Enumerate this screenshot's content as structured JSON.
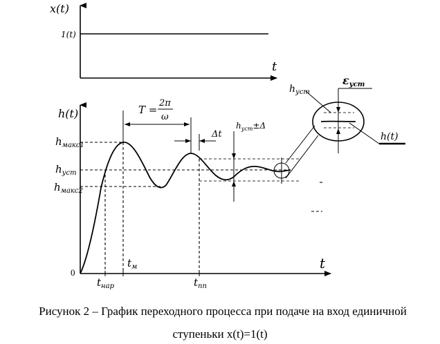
{
  "top_chart": {
    "y_label": "x(t)",
    "x_label": "t",
    "step_label": "1(t)"
  },
  "main_chart": {
    "y_label": "h(t)",
    "x_label": "t",
    "origin_label": "0",
    "h_max1": "h",
    "h_max1_sub": "макс1",
    "h_ust": "h",
    "h_ust_sub": "уст",
    "h_max2": "h",
    "h_max2_sub": "макс2",
    "t_nar": "t",
    "t_nar_sub": "нар",
    "t_m": "t",
    "t_m_sub": "м",
    "t_pp": "t",
    "t_pp_sub": "пп",
    "period_T": "T =",
    "period_num": "2π",
    "period_den": "ω",
    "delta_t": "Δt",
    "band_h": "h",
    "band_sub": "уст",
    "band_pm": "±Δ"
  },
  "zoom": {
    "h_ust": "h",
    "h_ust_sub": "уст",
    "eps": "ε",
    "eps_sub": "уст",
    "h_t": "h(t)"
  },
  "caption": {
    "line1": "Рисунок 2 – График переходного процесса при подаче на вход единичной",
    "line2": "ступеньки x(t)=1(t)"
  }
}
